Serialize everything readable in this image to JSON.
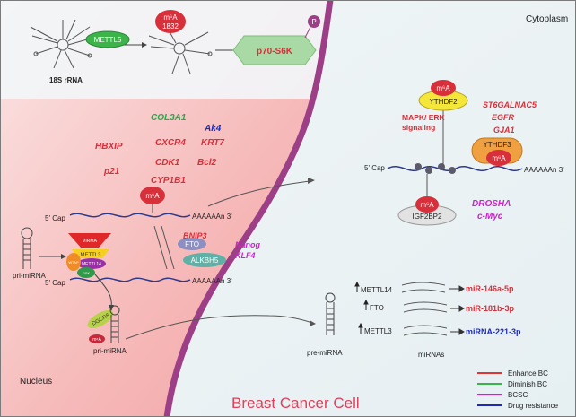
{
  "regions": {
    "cytoplasm": "Cytoplasm",
    "nucleus": "Nucleus",
    "cell_title": "Breast Cancer Cell"
  },
  "rrna": {
    "label": "18S rRNA",
    "writer": "METTL5",
    "mark_top": "m⁶A",
    "mark_bottom": "1832",
    "target": "p70-S6K",
    "phospho": "P"
  },
  "nuclear_genes": {
    "green": [
      "COL3A1"
    ],
    "blue": [
      "Ak4"
    ],
    "red": [
      "HBXIP",
      "CXCR4",
      "KRT7",
      "CDK1",
      "Bcl2",
      "p21",
      "CYP1B1",
      "BNIP3"
    ],
    "magenta": [
      "Nanog",
      "KLF4"
    ]
  },
  "mrna": {
    "cap": "5' Cap",
    "tail": "AAAAAAn 3'",
    "mark": "m⁶A"
  },
  "erasers": [
    "FTO",
    "ALKBH5"
  ],
  "complex": [
    "VIRMA",
    "METTL3",
    "METTL14",
    "WTAP",
    "GSK"
  ],
  "pri_mirna": {
    "label1": "pri-miRNA",
    "label2": "pri-miRNA",
    "dgcr8": "DGCR8",
    "mark": "m⁶A"
  },
  "cyto_mrna": {
    "cap": "5' Cap",
    "tail": "AAAAAAn 3'",
    "readers": [
      "YTHDF2",
      "YTHDF3",
      "IGF2BP2"
    ],
    "mark": "m⁶A",
    "genes_left": [
      "MAPK/ ERK",
      "signaling"
    ],
    "genes_right": [
      "ST6GALNAC5",
      "EGFR",
      "GJA1"
    ],
    "magenta_genes": [
      "DROSHA",
      "c-Myc"
    ]
  },
  "mirna": {
    "pre_label": "pre-miRNA",
    "mirnas_label": "miRNAs",
    "regulators": [
      "METTL14",
      "FTO",
      "METTL3"
    ],
    "targets": [
      "miR-146a-5p",
      "miR-181b-3p",
      "miRNA-221-3p"
    ]
  },
  "legend": [
    {
      "label": "Enhance BC",
      "color": "#e03535"
    },
    {
      "label": "Diminish BC",
      "color": "#3cb44a"
    },
    {
      "label": "BCSC",
      "color": "#d020d0"
    },
    {
      "label": "Drug resistance",
      "color": "#1e2ab4"
    }
  ]
}
